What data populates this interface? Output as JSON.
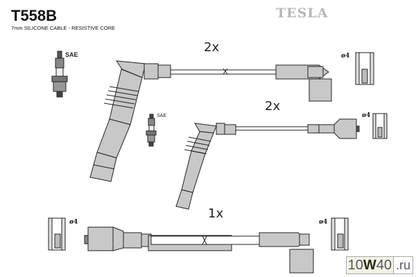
{
  "header": {
    "part_number": "T558B",
    "description": "7mm SILICONE CABLE - RESISTIVE CORE",
    "brand": "TESLA"
  },
  "cables": [
    {
      "quantity_label": "2x"
    },
    {
      "quantity_label": "2x"
    },
    {
      "quantity_label": "1x"
    }
  ],
  "labels": {
    "spark_plug_standard": "SAE",
    "terminal_diameter": "ø4"
  },
  "watermark": {
    "main_prefix": "10",
    "main_mid": "W",
    "main_suffix": "40",
    "domain": ".ru"
  },
  "colors": {
    "part_fill": "#c8c8c8",
    "outline": "#222222",
    "brand_gray": "#b8b8b8"
  }
}
